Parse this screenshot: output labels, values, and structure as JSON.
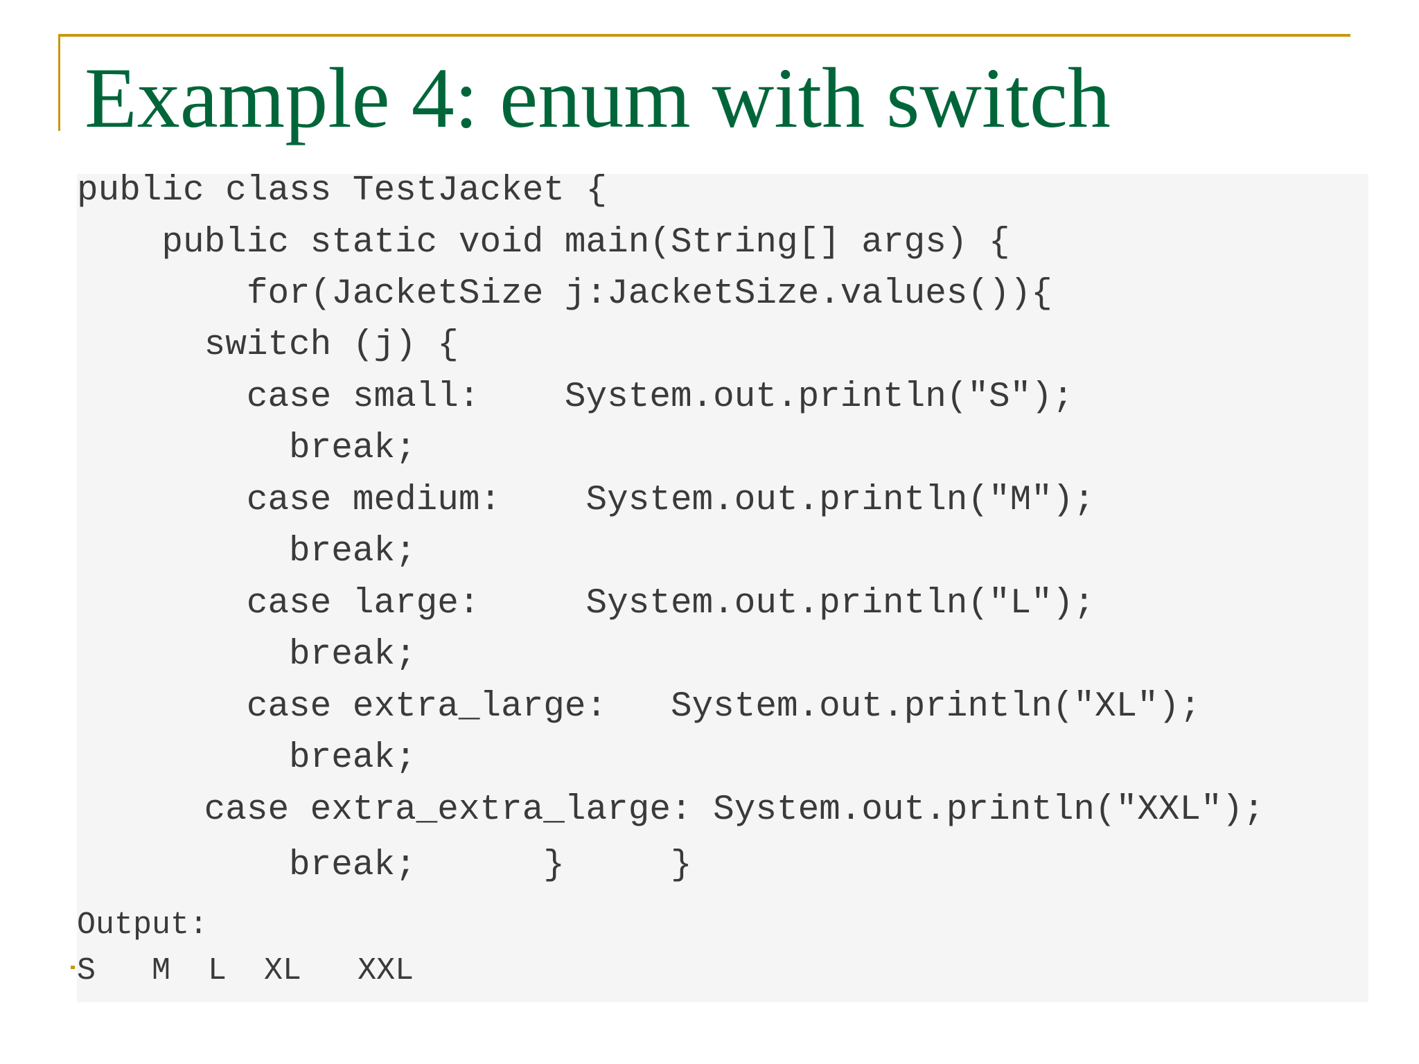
{
  "slide": {
    "title": "Example 4: enum with switch",
    "accent_color": "#c9980f",
    "title_color": "#00663a",
    "code_lines": [
      "public class TestJacket {",
      "    public static void main(String[] args) {",
      "        for(JacketSize j:JacketSize.values()){",
      "      switch (j) {",
      "        case small:    System.out.println(\"S\");",
      "          break;",
      "        case medium:    System.out.println(\"M\");",
      "          break;",
      "        case large:     System.out.println(\"L\");",
      "          break;",
      "        case extra_large:   System.out.println(\"XL\");",
      "          break;",
      "      case extra_extra_large: System.out.println(\"XXL\");",
      "          break;      }     }"
    ],
    "output_label": "Output:",
    "output_values": "S   M  L  XL   XXL"
  }
}
